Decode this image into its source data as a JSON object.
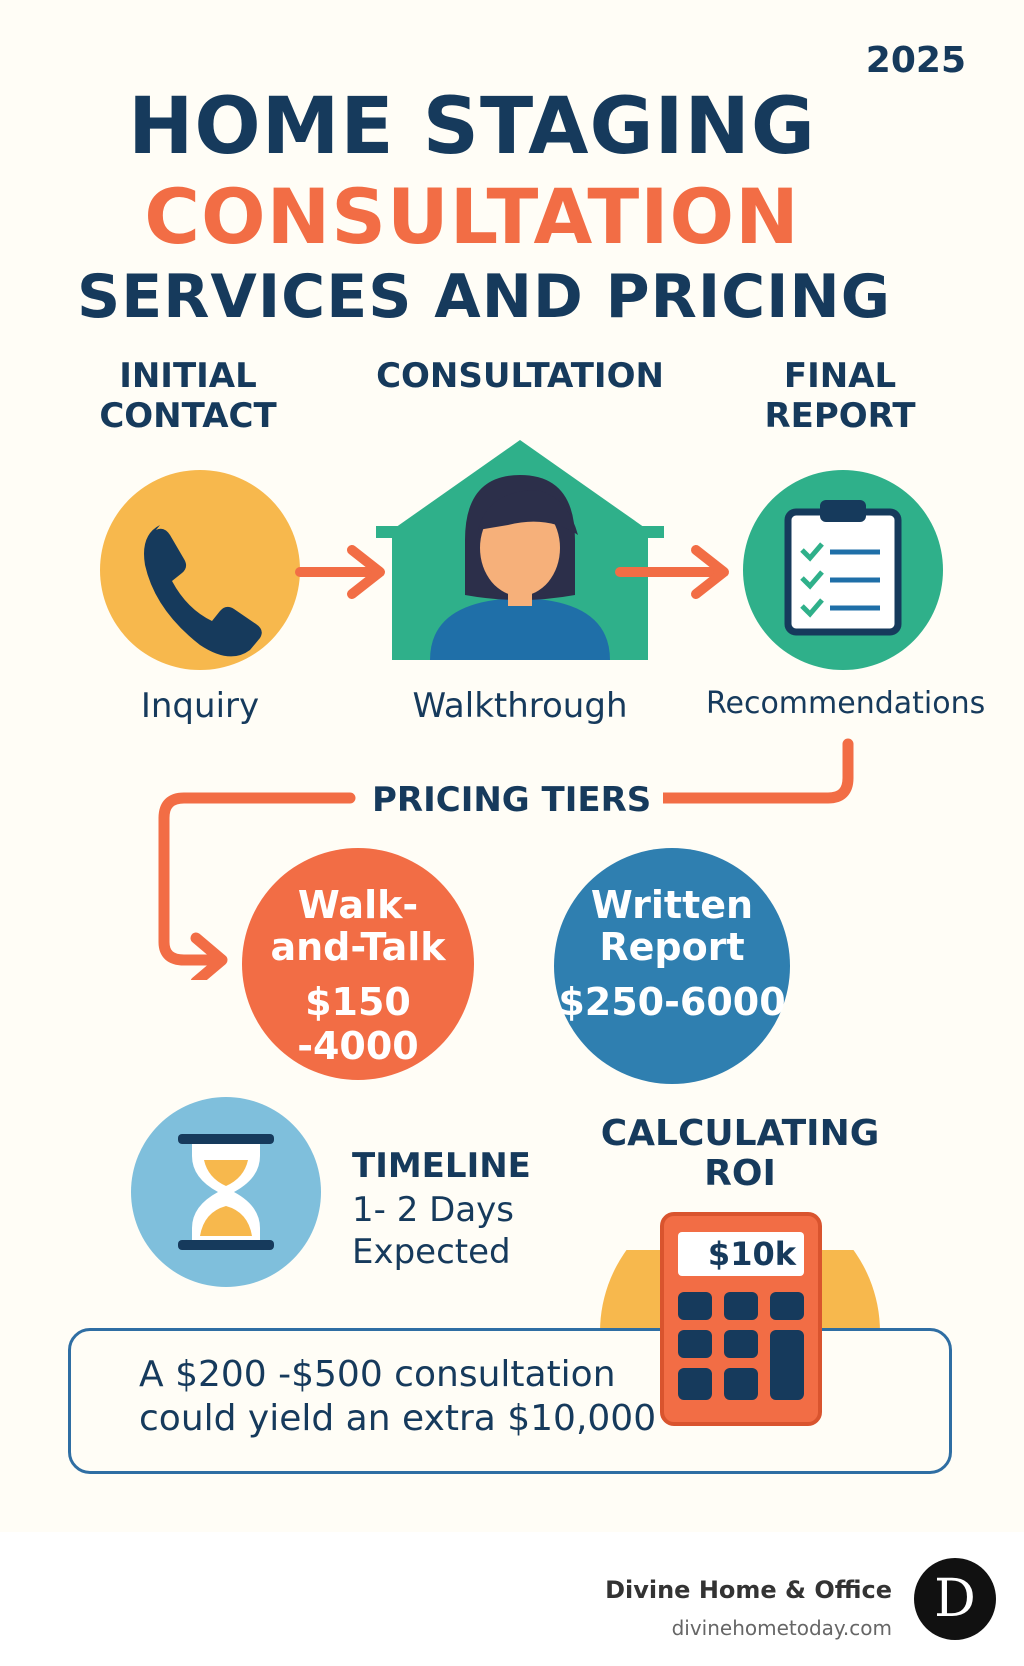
{
  "header": {
    "year": "2025",
    "title_line1": "HOME STAGING",
    "title_line2": "CONSULTATION",
    "title_line3": "SERVICES AND PRICING"
  },
  "steps": [
    {
      "title": "INITIAL CONTACT",
      "icon": "phone-icon",
      "label": "Inquiry"
    },
    {
      "title": "CONSULTATION",
      "icon": "house-person-icon",
      "label": "Walkthrough"
    },
    {
      "title": "FINAL REPORT",
      "icon": "clipboard-checklist-icon",
      "label": "Recommendations"
    }
  ],
  "pricing": {
    "label": "PRICING TIERS",
    "tiers": [
      {
        "name": "Walk-and-Talk",
        "price": "$150 -4000",
        "color": "#f26d45"
      },
      {
        "name": "Written Report",
        "price": "$250-6000",
        "color": "#2f7fb0"
      }
    ]
  },
  "timeline": {
    "icon": "hourglass-icon",
    "title": "TIMELINE",
    "line1": "1- 2 Days",
    "line2": "Expected"
  },
  "roi": {
    "title": "CALCULATING ROI",
    "calculator_display": "$10k",
    "icon": "calculator-icon"
  },
  "callout": {
    "line1": "A $200 -$500 consultation",
    "line2": "could yield an extra $10,000"
  },
  "footer": {
    "brand": "Divine Home & Office",
    "url": "divinehometoday.com",
    "logo_letter": "D"
  },
  "colors": {
    "navy": "#163a5c",
    "orange": "#f26d45",
    "yellow": "#f7b84d",
    "teal": "#2fb08a",
    "blue": "#2f7fb0",
    "light_blue": "#7fbfdc",
    "background": "#fffdf6"
  }
}
